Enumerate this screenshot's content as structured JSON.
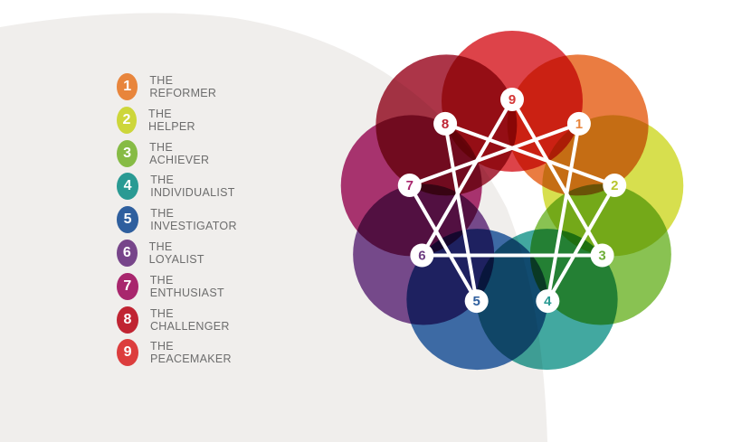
{
  "legend": [
    {
      "num": "1",
      "label": "THE REFORMER",
      "color": "#E8853C"
    },
    {
      "num": "2",
      "label": "THE HELPER",
      "color": "#CDD63A"
    },
    {
      "num": "3",
      "label": "THE ACHIEVER",
      "color": "#86BB45"
    },
    {
      "num": "4",
      "label": "THE INDIVIDUALIST",
      "color": "#2A9A93"
    },
    {
      "num": "5",
      "label": "THE INVESTIGATOR",
      "color": "#2F5F9E"
    },
    {
      "num": "6",
      "label": "THE LOYALIST",
      "color": "#77458A"
    },
    {
      "num": "7",
      "label": "THE ENTHUSIAST",
      "color": "#A8266D"
    },
    {
      "num": "8",
      "label": "THE CHALLENGER",
      "color": "#C02432"
    },
    {
      "num": "9",
      "label": "THE PEACEMAKER",
      "color": "#DC3D3D"
    }
  ],
  "diagram": {
    "nodes": [
      {
        "num": "9",
        "color": "#D43636"
      },
      {
        "num": "1",
        "color": "#E8853C"
      },
      {
        "num": "2",
        "color": "#B8C52E"
      },
      {
        "num": "3",
        "color": "#6FAE3A"
      },
      {
        "num": "4",
        "color": "#2A9A93"
      },
      {
        "num": "5",
        "color": "#2F5F9E"
      },
      {
        "num": "6",
        "color": "#6E3F82"
      },
      {
        "num": "7",
        "color": "#A8266D"
      },
      {
        "num": "8",
        "color": "#BE2433"
      }
    ],
    "circle_colors": [
      "#D92F35",
      "#E86E2C",
      "#D3DB3B",
      "#7CBB3F",
      "#2E9E96",
      "#2C62A8",
      "#6E3B8A",
      "#AA2068",
      "#A31F34"
    ]
  }
}
